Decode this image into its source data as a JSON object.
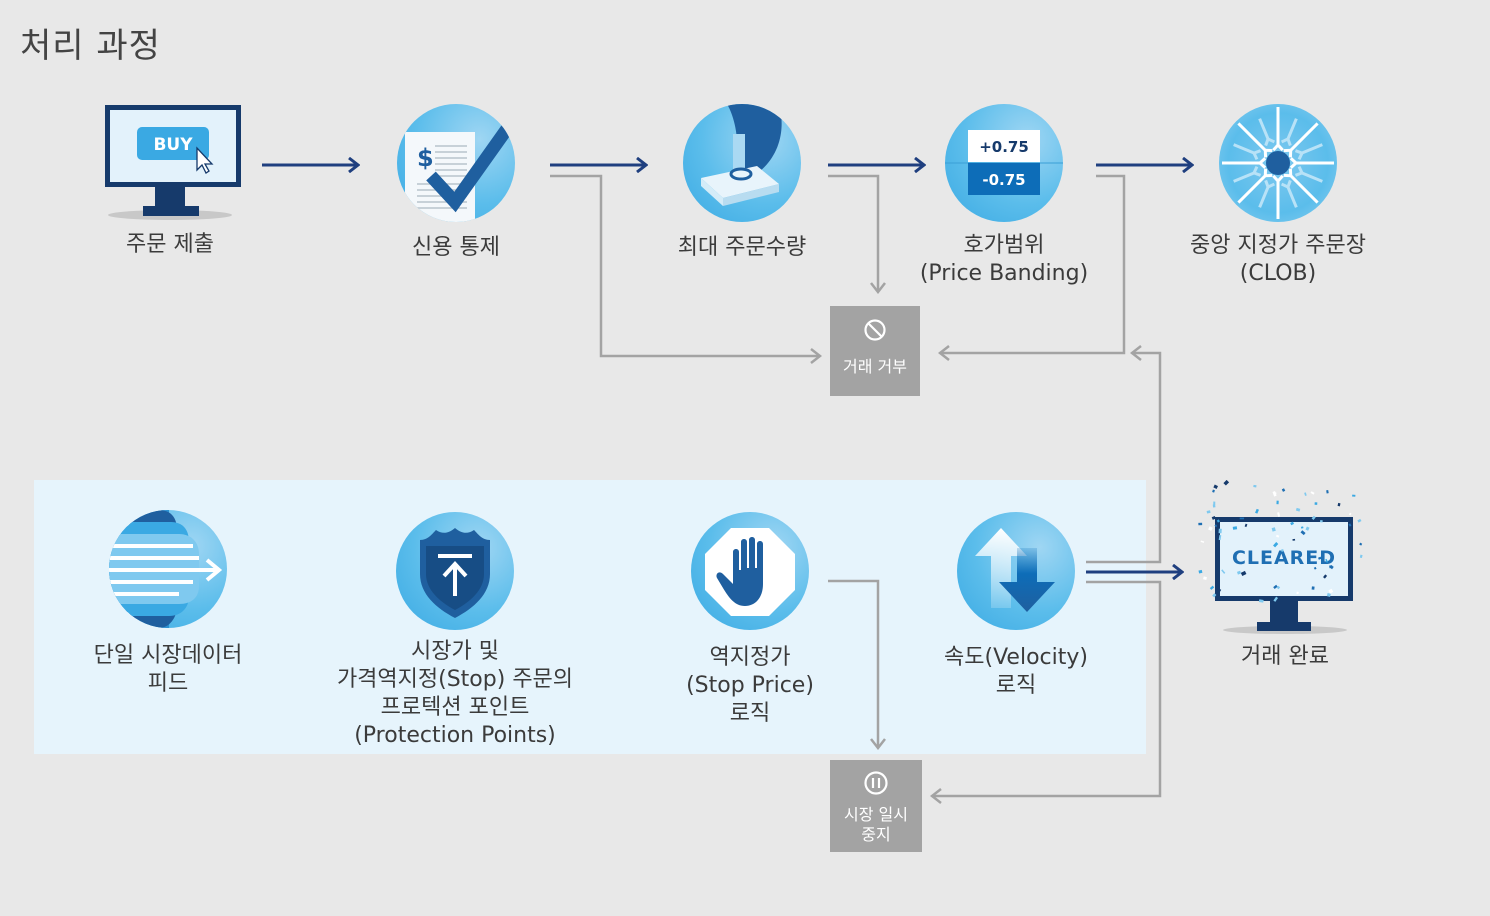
{
  "page": {
    "title": "처리 과정"
  },
  "colors": {
    "background": "#e8e8e8",
    "panel": "#e6f4fc",
    "flow_arrow": "#1f3f7f",
    "reject_arrow": "#a3a3a3",
    "icon_blue": "#3aa9e3",
    "dark_blue": "#163a6b",
    "grey_box": "#a3a3a3"
  },
  "top_row": [
    {
      "id": "order-submit",
      "label": "주문 제출",
      "icon": "monitor-buy-icon",
      "icon_text": "BUY"
    },
    {
      "id": "credit-control",
      "label": "신용 통제",
      "icon": "checklist-dollar-icon",
      "icon_text": "$"
    },
    {
      "id": "max-order-qty",
      "label": "최대 주문수량",
      "icon": "stamp-icon"
    },
    {
      "id": "price-banding",
      "label_line1": "호가범위",
      "label_line2": "(Price Banding)",
      "icon": "price-band-icon",
      "band_upper": "+0.75",
      "band_lower": "-0.75"
    },
    {
      "id": "clob",
      "label_line1": "중앙 지정가 주문장",
      "label_line2": "(CLOB)",
      "icon": "converging-arrows-icon"
    }
  ],
  "bottom_row": [
    {
      "id": "market-data-feed",
      "label_line1": "단일 시장데이터",
      "label_line2": "피드",
      "icon": "data-feed-icon"
    },
    {
      "id": "protection-points",
      "label_line1": "시장가 및",
      "label_line2": "가격역지정(Stop) 주문의",
      "label_line3": "프로텍션 포인트",
      "label_line4": "(Protection Points)",
      "icon": "shield-arrow-icon"
    },
    {
      "id": "stop-price-logic",
      "label_line1": "역지정가",
      "label_line2": "(Stop Price)",
      "label_line3": "로직",
      "icon": "stop-hand-icon"
    },
    {
      "id": "velocity-logic",
      "label_line1": "속도(Velocity)",
      "label_line2": "로직",
      "icon": "up-down-arrows-icon"
    }
  ],
  "cleared": {
    "label": "거래 완료",
    "icon": "monitor-cleared-icon",
    "icon_text": "CLEARED"
  },
  "reject_box": {
    "label": "거래 거부",
    "icon": "prohibited-icon"
  },
  "pause_box": {
    "label_line1": "시장 일시",
    "label_line2": "중지",
    "icon": "pause-icon"
  }
}
